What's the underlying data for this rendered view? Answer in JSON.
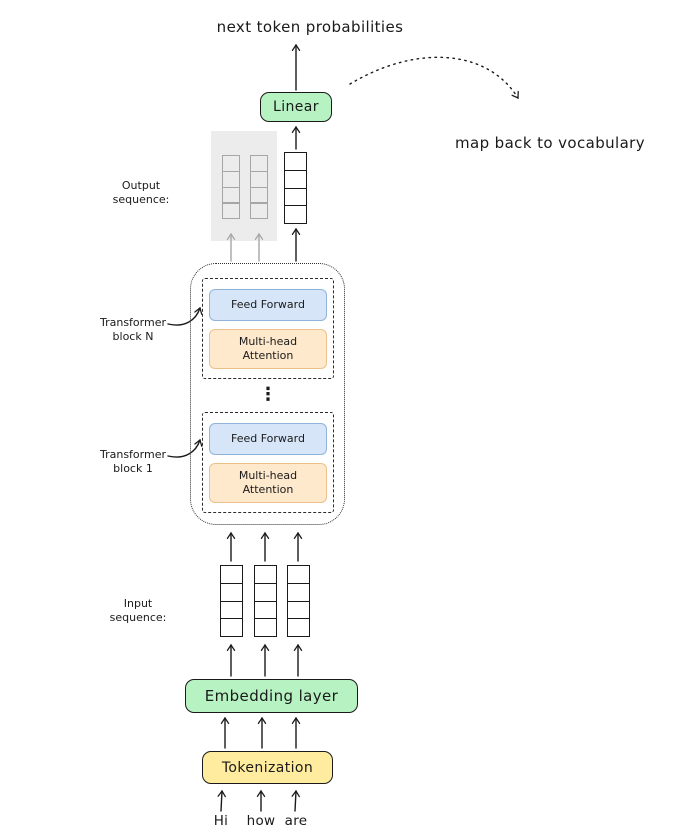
{
  "annotations": {
    "next_token": "next token probabilities",
    "map_back": "map back to vocabulary",
    "output_sequence": "Output\nsequence:",
    "input_sequence": "Input\nsequence:",
    "transformer_block_n": "Transformer\nblock N",
    "transformer_block_1": "Transformer\nblock 1",
    "ellipsis": "⋮"
  },
  "boxes": {
    "linear": "Linear",
    "feed_forward": "Feed Forward",
    "multi_head_attention": "Multi-head\nAttention",
    "embedding_layer": "Embedding layer",
    "tokenization": "Tokenization"
  },
  "input_tokens": [
    "Hi",
    "how",
    "are"
  ],
  "colors": {
    "ink": "#1a1a1a",
    "green_fill": "#b7f2c3",
    "yellow_fill": "#ffec9e",
    "blue_fill": "#d6e6f8",
    "blue_border": "#8fb3da",
    "orange_fill": "#ffe9cd",
    "orange_border": "#ecc089",
    "faded_gray": "#a6a6a6",
    "backdrop_gray": "#ececec"
  }
}
